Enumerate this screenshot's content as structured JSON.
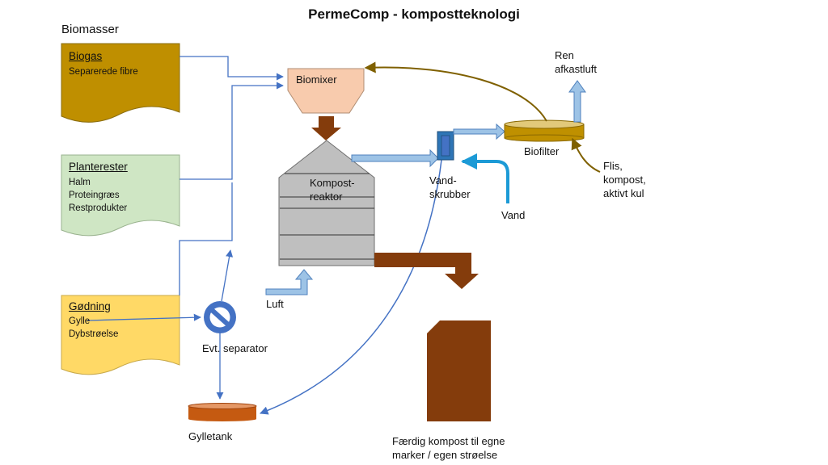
{
  "title": "PermeComp - kompostteknologi",
  "section_label": "Biomasser",
  "sources": [
    {
      "title": "Biogas",
      "lines": [
        "Separerede fibre"
      ],
      "fill": "#bf8f00"
    },
    {
      "title": "Planterester",
      "lines": [
        "Halm",
        "Proteingræs",
        "Restprodukter"
      ],
      "fill": "#cfe6c4"
    },
    {
      "title": "Gødning",
      "lines": [
        "Gylle",
        "Dybstrøelse"
      ],
      "fill": "#ffd966"
    }
  ],
  "labels": {
    "biomixer": "Biomixer",
    "reactor": [
      "Kompost-",
      "reaktor"
    ],
    "scrubber": [
      "Vand-",
      "skrubber"
    ],
    "biofilter": "Biofilter",
    "clean_air": [
      "Ren",
      "afkastluft"
    ],
    "filter_media": [
      "Flis,",
      "kompost,",
      "aktivt kul"
    ],
    "water": "Vand",
    "air": "Luft",
    "separator": "Evt. separator",
    "slurry_tank": "Gylletank",
    "finished": [
      "Færdig kompost til egne",
      "marker / egen strøelse"
    ]
  },
  "colors": {
    "line_blue": "#4472c4",
    "arrow_light_blue": "#9dc3e6",
    "scrubber_blue": "#2e75b6",
    "water_blue": "#1c9ad6",
    "compost_brown": "#843c0c",
    "mixer_peach": "#f8cbad",
    "reactor_grey": "#bfbfbf",
    "biofilter_gold": "#bf9000",
    "recirc_olive": "#7f6000",
    "tank_orange": "#c55a11"
  }
}
